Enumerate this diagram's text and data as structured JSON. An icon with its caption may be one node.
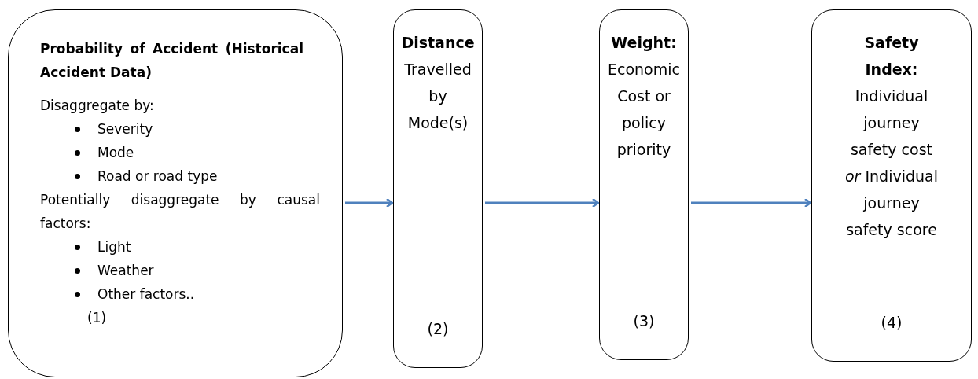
{
  "diagram": {
    "nodes": [
      {
        "text": [
          "Probability of Accident (Historical Accident Data)",
          "Disaggregate by:",
          "Severity",
          "Mode",
          "Road or road type",
          "Potentially disaggregate by causal factors:",
          "Light",
          "Weather",
          "Other factors..",
          "(1)"
        ]
      },
      {
        "text": [
          "**Distance** Travelled by Mode(s)",
          "(2)"
        ]
      },
      {
        "text": [
          "**Weight:** Economic Cost or policy priority",
          "(3)"
        ]
      },
      {
        "text": [
          "**Safety Index:** Individual journey safety cost *or* Individual journey safety score",
          "(4)"
        ]
      }
    ],
    "edges": [
      {
        "from": 0,
        "to": 1,
        "arrow": "to"
      },
      {
        "from": 1,
        "to": 2,
        "arrow": "to"
      },
      {
        "from": 2,
        "to": 3,
        "arrow": "to"
      }
    ]
  }
}
